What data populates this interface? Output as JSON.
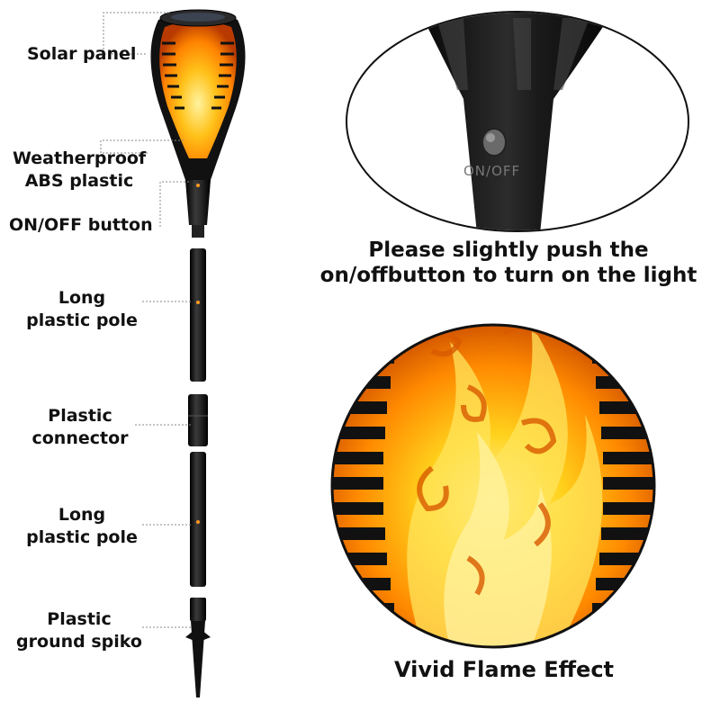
{
  "labels": {
    "solar_panel": "Solar panel",
    "weatherproof_1": "Weatherproof",
    "weatherproof_2": "ABS plastic",
    "onoff": "ON/OFF button",
    "long_pole_1_a": "Long",
    "long_pole_1_b": "plastic pole",
    "connector_a": "Plastic",
    "connector_b": "connector",
    "long_pole_2_a": "Long",
    "long_pole_2_b": "plastic pole",
    "spike_a": "Plastic",
    "spike_b": "ground spiko"
  },
  "closeup": {
    "switch_text": "ON/OFF",
    "caption_line1": "Please slightly push the",
    "caption_line2": "on/offbutton to turn on the light"
  },
  "flame": {
    "caption": "Vivid Flame Effect"
  },
  "colors": {
    "flame_yellow": "#ffd21c",
    "flame_orange": "#ff8a00",
    "flame_red": "#d94a00",
    "plastic_black": "#111111"
  }
}
